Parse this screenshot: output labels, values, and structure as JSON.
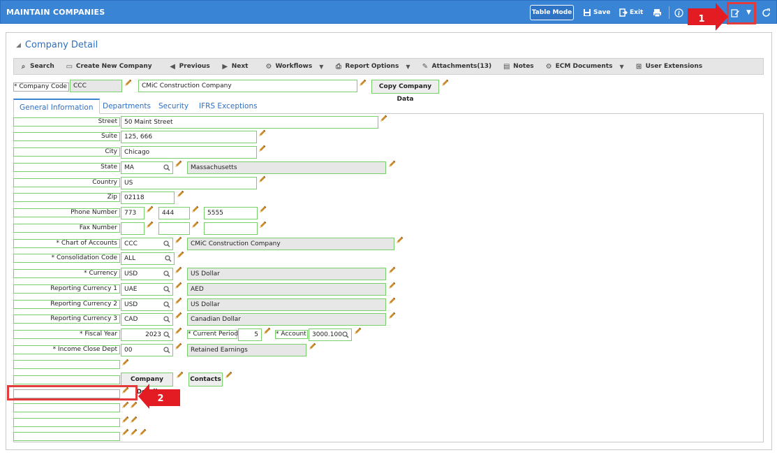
{
  "window": {
    "title": "MAINTAIN COMPANIES"
  },
  "topbar": {
    "table_mode": "Table Mode",
    "save": "Save",
    "exit": "Exit"
  },
  "annotations": {
    "marker1": "1",
    "marker2": "2",
    "color": "#e31b23"
  },
  "panel": {
    "title": "Company Detail"
  },
  "toolbar": {
    "search": "Search",
    "create": "Create New Company",
    "previous": "Previous",
    "next": "Next",
    "workflows": "Workflows",
    "report_options": "Report Options",
    "attachments": "Attachments(13)",
    "notes": "Notes",
    "ecm": "ECM Documents",
    "user_ext": "User Extensions"
  },
  "header": {
    "company_code_label": "* Company Code",
    "company_code": "CCC",
    "company_name": "CMiC Construction Company",
    "copy_button": "Copy Company Data"
  },
  "tabs": [
    "General Information",
    "Departments",
    "Security",
    "IFRS Exceptions"
  ],
  "form": {
    "street_label": "Street",
    "street": "50 Maint Street",
    "suite_label": "Suite",
    "suite": "125, 666",
    "city_label": "City",
    "city": "Chicago",
    "state_label": "State",
    "state": "MA",
    "state_name": "Massachusetts",
    "country_label": "Country",
    "country": "US",
    "zip_label": "Zip",
    "zip": "02118",
    "phone_label": "Phone Number",
    "phone1": "773",
    "phone2": "444",
    "phone3": "5555",
    "fax_label": "Fax Number",
    "coa_label": "* Chart of Accounts",
    "coa": "CCC",
    "coa_name": "CMiC Construction Company",
    "consol_label": "* Consolidation Code",
    "consol": "ALL",
    "currency_label": "* Currency",
    "currency": "USD",
    "currency_name": "US Dollar",
    "rc1_label": "Reporting Currency 1",
    "rc1": "UAE",
    "rc1_name": "AED",
    "rc2_label": "Reporting Currency 2",
    "rc2": "USD",
    "rc2_name": "US Dollar",
    "rc3_label": "Reporting Currency 3",
    "rc3": "CAD",
    "rc3_name": "Canadian Dollar",
    "fy_label": "* Fiscal Year",
    "fy": "2023",
    "cp_label": "* Current Period",
    "cp": "5",
    "acct_label": "* Account",
    "acct": "3000.100",
    "icd_label": "* Income Close Dept",
    "icd": "00",
    "icd_name": "Retained Earnings",
    "company_detail_btn": "Company Detail",
    "contacts_btn": "Contacts"
  },
  "colors": {
    "accent": "#3a84d6",
    "field_border": "#78d06b",
    "highlight": "#e33b3b"
  }
}
